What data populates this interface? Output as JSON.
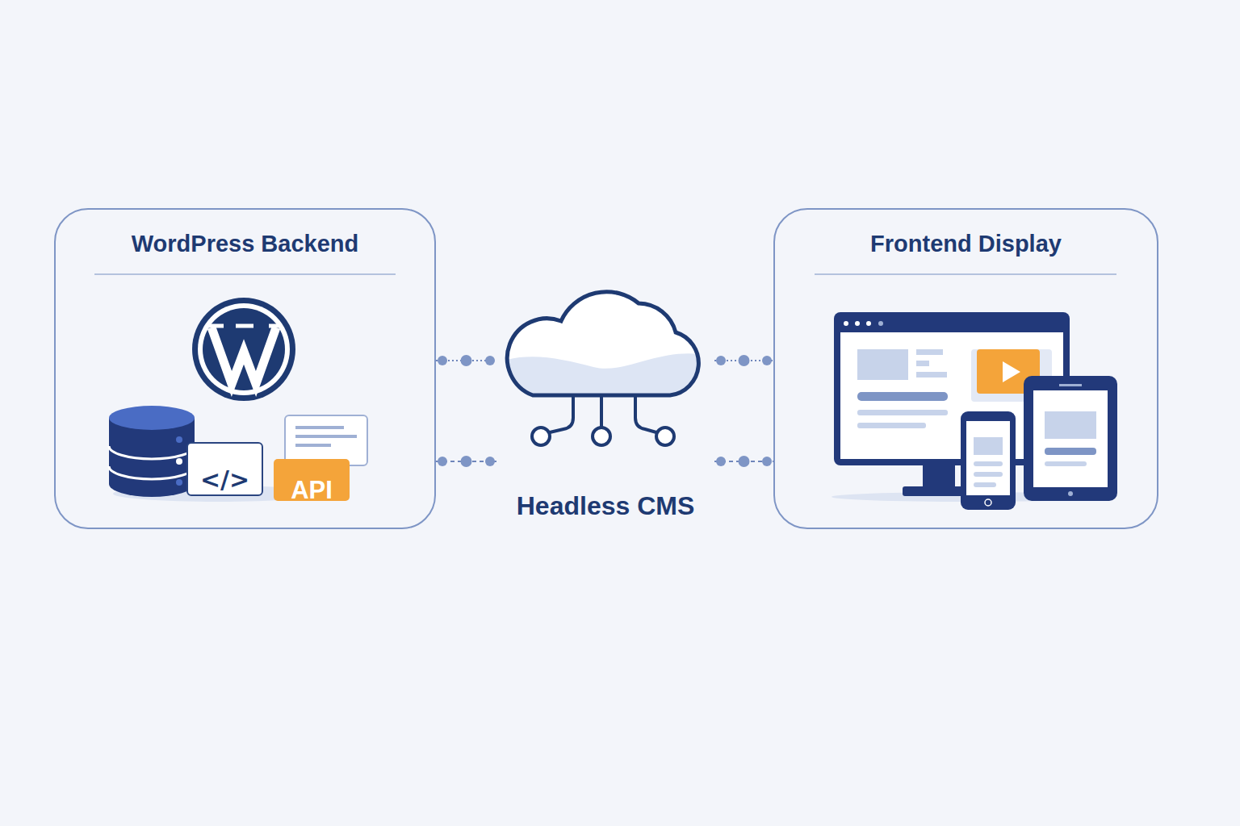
{
  "diagram": {
    "nodes": [
      {
        "text": [
          "WordPress Backend"
        ]
      },
      {
        "text": [
          "</>"
        ],
        "in": 0
      },
      {
        "text": [
          "API"
        ],
        "in": 0
      },
      {
        "text": [
          "Headless CMS"
        ]
      },
      {
        "text": [
          "Frontend Display"
        ]
      }
    ],
    "edges": [
      {
        "from": 0,
        "to": 3,
        "arrow": "none"
      },
      {
        "from": 0,
        "to": 3,
        "arrow": "none"
      },
      {
        "from": 3,
        "to": 4,
        "arrow": "none"
      },
      {
        "from": 3,
        "to": 4,
        "arrow": "none"
      }
    ]
  }
}
